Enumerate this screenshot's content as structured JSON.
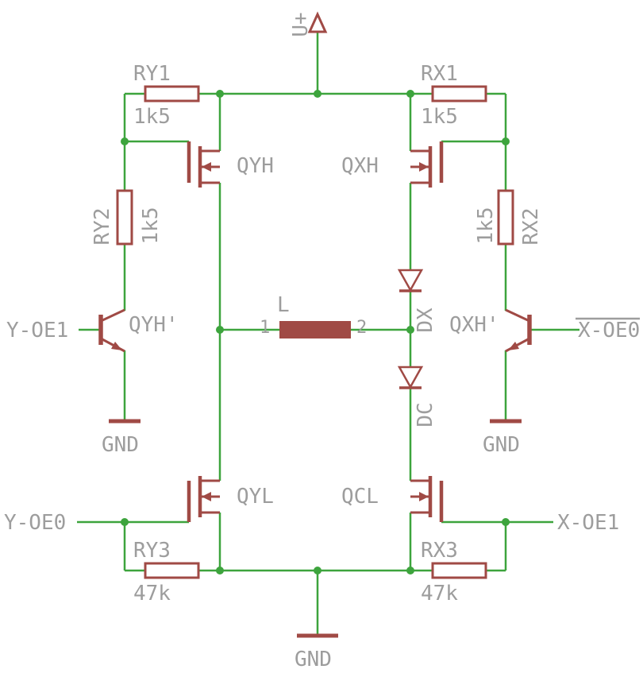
{
  "colors": {
    "wire_green": "#3da43d",
    "component_red": "#a04a45",
    "text_gray": "#9d9d9d",
    "background": "#ffffff"
  },
  "power": {
    "vplus": "U+",
    "gnd_left": "GND",
    "gnd_right": "GND",
    "gnd_bottom": "GND"
  },
  "mosfets": {
    "qyh": "QYH",
    "qxh": "QXH",
    "qyl": "QYL",
    "qcl": "QCL"
  },
  "bjts": {
    "qyh2": "QYH'",
    "qxh2": "QXH'"
  },
  "diodes": {
    "dx": "DX",
    "dc": "DC"
  },
  "inductor": {
    "name": "L",
    "pin1": "1",
    "pin2": "2"
  },
  "resistors": {
    "ry1": {
      "name": "RY1",
      "value": "1k5"
    },
    "rx1": {
      "name": "RX1",
      "value": "1k5"
    },
    "ry2": {
      "name": "RY2",
      "value": "1k5"
    },
    "rx2": {
      "name": "RX2",
      "value": "1k5"
    },
    "ry3": {
      "name": "RY3",
      "value": "47k"
    },
    "rx3": {
      "name": "RX3",
      "value": "47k"
    }
  },
  "nets": {
    "y_oe1": "Y-OE1",
    "y_oe0": "Y-OE0",
    "x_oe0": "X-OE0",
    "x_oe1": "X-OE1"
  }
}
